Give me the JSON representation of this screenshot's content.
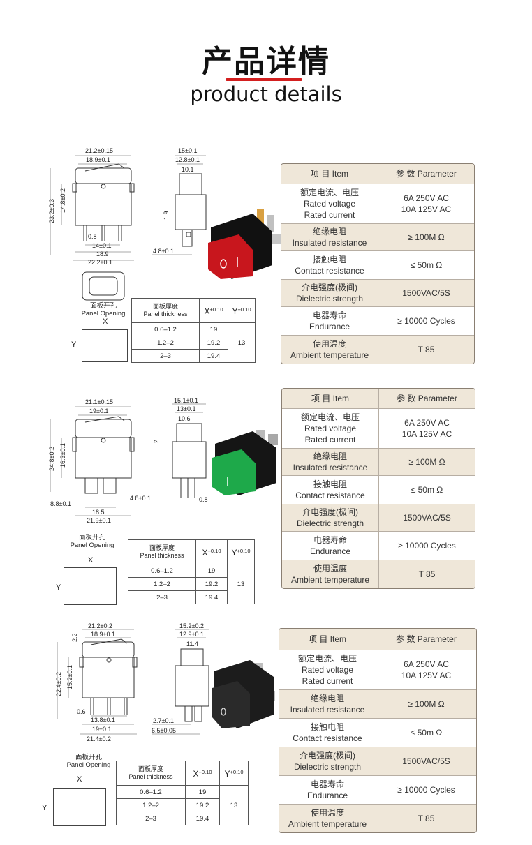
{
  "header": {
    "title_cn": "产品详情",
    "title_en": "product details"
  },
  "spec_labels": {
    "head_item": "项 目  Item",
    "head_param": "参 数  Parameter",
    "rows": [
      {
        "cn": "额定电流、电压",
        "en1": "Rated voltage",
        "en2": "Rated current",
        "val1": "6A   250V AC",
        "val2": "10A 125V AC"
      },
      {
        "cn": "绝缘电阻",
        "en1": "Insulated resistance",
        "val1": "≥ 100M Ω"
      },
      {
        "cn": "接触电阻",
        "en1": "Contact resistance",
        "val1": "≤ 50m Ω"
      },
      {
        "cn": "介电强度(极间)",
        "en1": "Dielectric strength",
        "val1": "1500VAC/5S"
      },
      {
        "cn": "电器寿命",
        "en1": "Endurance",
        "val1": "≥ 10000 Cycles"
      },
      {
        "cn": "使用温度",
        "en1": "Ambient temperature",
        "val1": "T 85"
      }
    ]
  },
  "panel": {
    "label_cn": "面板开孔",
    "label_en": "Panel Opening",
    "x": "X",
    "y": "Y",
    "thickness_cn": "面板厚度",
    "thickness_en": "Panel thickness",
    "col_x": "X",
    "col_y": "Y",
    "tol": "+0.10",
    "tol0": "0",
    "rows": [
      {
        "range": "0.6–1.2",
        "x": "19"
      },
      {
        "range": "1.2–2",
        "x": "19.2"
      },
      {
        "range": "2–3",
        "x": "19.4"
      }
    ],
    "y_value": "13"
  },
  "sections": [
    {
      "switch_color": "#c8161d",
      "front_dims": {
        "top1": "21.2±0.15",
        "top2": "18.9±0.1",
        "height": "23.2±0.3",
        "inner": "14.8±0.2",
        "pin": "0.8",
        "b1": "14±0.1",
        "b2": "18.9",
        "b3": "22.2±0.1"
      },
      "side_dims": {
        "t1": "15±0.1",
        "t2": "12.8±0.1",
        "t3": "10.1",
        "h": "1.9",
        "w": "4.8±0.1"
      }
    },
    {
      "switch_color": "#1ea94a",
      "front_dims": {
        "top1": "21.1±0.15",
        "top2": "19±0.1",
        "height": "24.8±0.2",
        "inner": "16.3±0.1",
        "pin": "8.8±0.1",
        "b1": "18.5",
        "b2": "21.9±0.1",
        "b3": "4.8±0.1"
      },
      "side_dims": {
        "t1": "15.1±0.1",
        "t2": "13±0.1",
        "t3": "10.6",
        "h": "2",
        "w": "0.8"
      }
    },
    {
      "switch_color": "#1c1c1c",
      "front_dims": {
        "top1": "21.2±0.2",
        "top2": "18.9±0.1",
        "height": "22.4±0.2",
        "inner": "15.2±0.1",
        "pin": "0.6",
        "b1": "13.8±0.1",
        "b2": "19±0.1",
        "b3": "21.4±0.2",
        "extra": "2.2"
      },
      "side_dims": {
        "t1": "15.2±0.2",
        "t2": "12.9±0.1",
        "t3": "11.4",
        "h": "2.7±0.1",
        "w": "6.5±0.05"
      }
    }
  ]
}
